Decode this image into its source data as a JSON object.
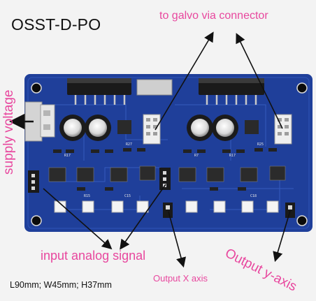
{
  "title": "OSST-D-PO",
  "labels": {
    "to_galvo": "to galvo via connector",
    "supply_voltage": "supply voltage",
    "input_analog": "input analog signal",
    "output_x": "Output X axis",
    "output_y": "Output y-axis",
    "dimensions": "L90mm; W45mm; H37mm"
  },
  "colors": {
    "board": "#1f3f9a",
    "label_pink": "#e8479e",
    "background": "#f3f3f3"
  },
  "board_markings": [
    "R17",
    "R27",
    "R7",
    "R17",
    "R25",
    "R15",
    "C15",
    "C18"
  ]
}
